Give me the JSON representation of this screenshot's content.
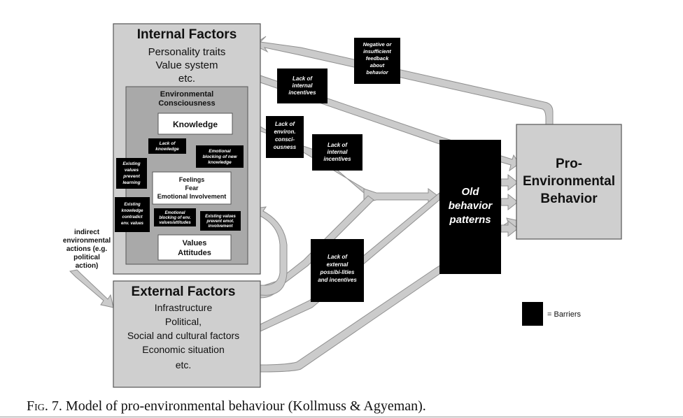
{
  "internal": {
    "title": "Internal Factors",
    "lines": [
      "Personality traits",
      "Value system",
      "etc."
    ]
  },
  "env_consciousness": {
    "title_lines": [
      "Environmental",
      "Consciousness"
    ]
  },
  "knowledge": "Knowledge",
  "feelings": [
    "Feelings",
    "Fear",
    "Emotional Involvement"
  ],
  "values_box": [
    "Values",
    "Attitudes"
  ],
  "inner_barriers": {
    "lack_of_knowledge": [
      "Lack of",
      "knowledge"
    ],
    "emotional_blocking_new": [
      "Emotional",
      "blocking of new",
      "knowledge"
    ],
    "existing_values_prevent": [
      "Existing",
      "values",
      "prevent",
      "learning"
    ],
    "existing_knowledge_contradict": [
      "Existing",
      "knowledge",
      "contradict",
      "env. values"
    ],
    "emotional_blocking_env": [
      "Emotional",
      "blocking of env.",
      "values/attitudes"
    ],
    "existing_values_emot": [
      "Existing values",
      "prevent emot.",
      "involvement"
    ]
  },
  "external": {
    "title": "External Factors",
    "lines": [
      "Infrastructure",
      "Political,",
      "Social and cultural factors",
      "Economic situation",
      "etc."
    ]
  },
  "indirect_label": [
    "indirect",
    "environmental",
    "actions (e.g.",
    "political",
    "action)"
  ],
  "barriers": {
    "negative_feedback": [
      "Negative or",
      "insufficient",
      "feedback",
      "about",
      "behavior"
    ],
    "lack_internal_1": [
      "Lack of",
      "internal",
      "incentives"
    ],
    "lack_environ": [
      "Lack of",
      "environ.",
      "consci-",
      "ousness"
    ],
    "lack_internal_2": [
      "Lack of",
      "internal",
      "incentives"
    ],
    "lack_external": [
      "Lack of",
      "external",
      "possibi-lities",
      "and incentives"
    ]
  },
  "old_behavior": [
    "Old",
    "behavior",
    "patterns"
  ],
  "pro_env": [
    "Pro-",
    "Environmental",
    "Behavior"
  ],
  "legend_label": "= Barriers",
  "caption": {
    "fig": "Fig. 7.",
    "text": " Model of pro-environmental behaviour (Kollmuss & Agyeman)."
  },
  "colors": {
    "box_fill": "#cfcfcf",
    "inner_fill": "#a9a9a9",
    "barrier": "#000000",
    "arrow": "#c8c8c8",
    "arrow_stroke": "#8f8f8f"
  }
}
